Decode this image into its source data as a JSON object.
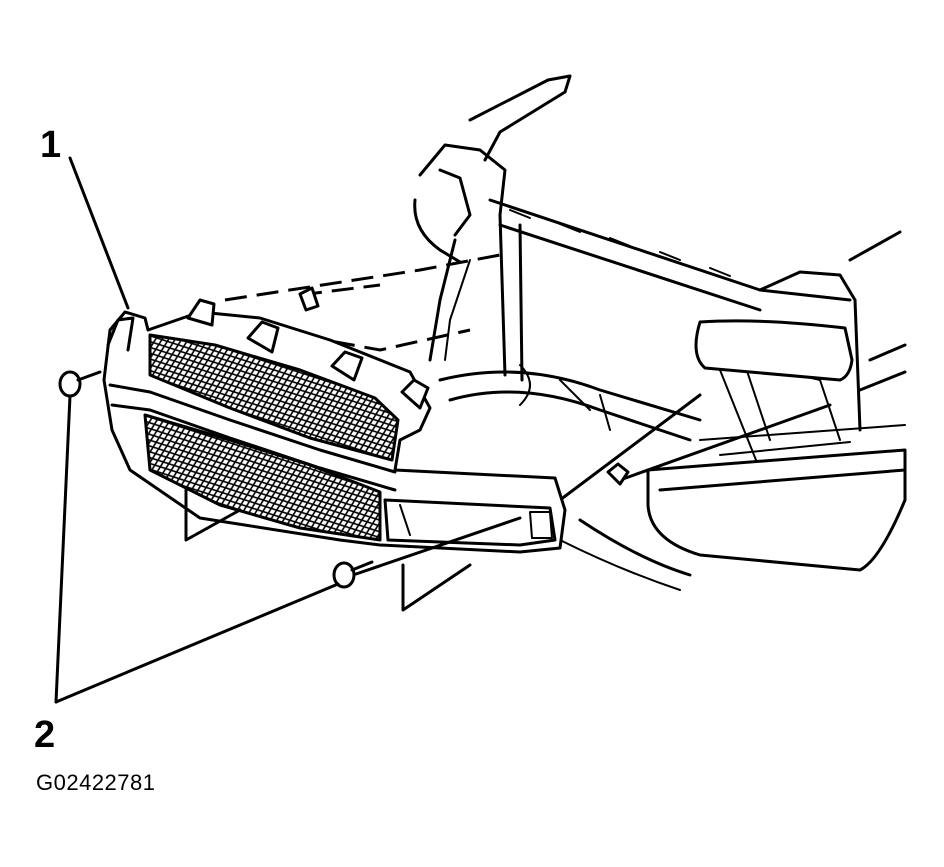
{
  "callouts": {
    "one": "1",
    "two": "2"
  },
  "figure_id": "G02422781",
  "colors": {
    "line": "#000000",
    "background": "#ffffff"
  }
}
